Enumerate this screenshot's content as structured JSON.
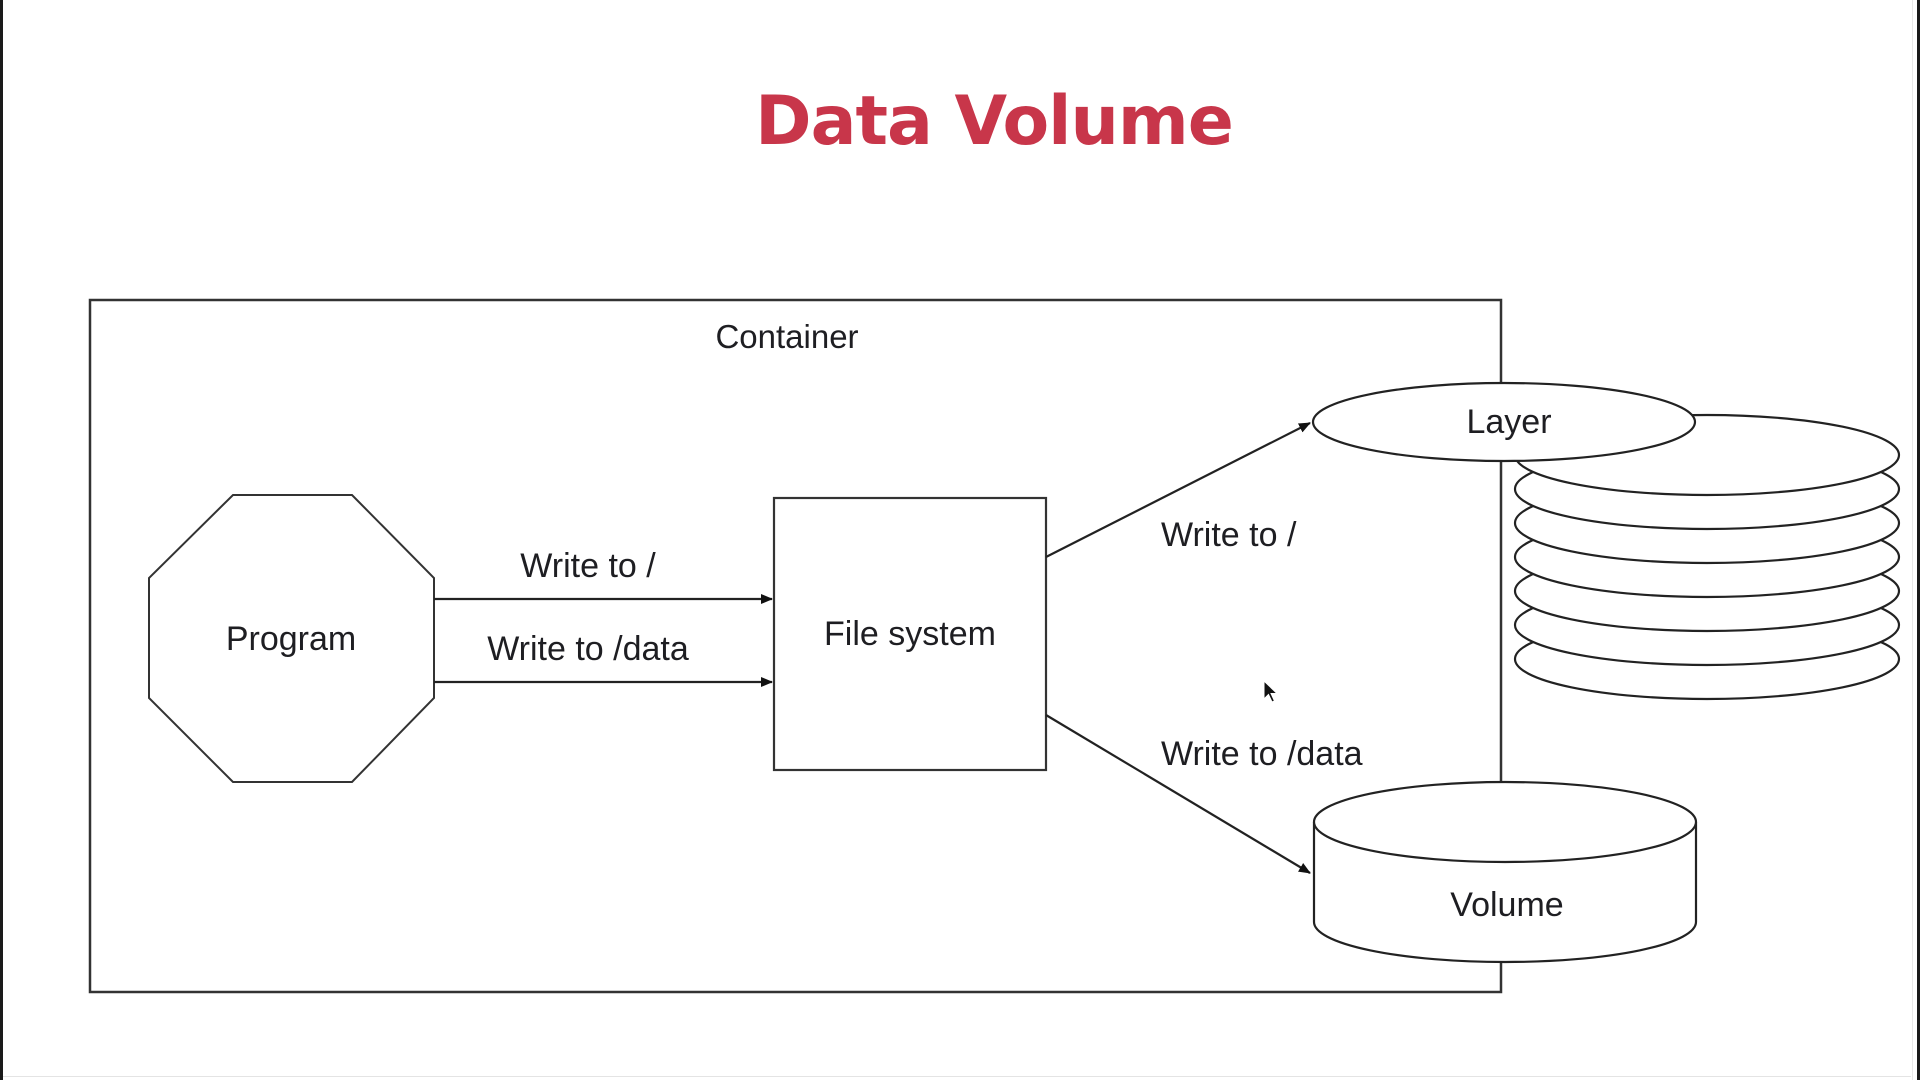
{
  "slide": {
    "title": "Data Volume",
    "title_color": "#C8364A"
  },
  "diagram": {
    "container_label": "Container",
    "nodes": {
      "program": {
        "label": "Program",
        "shape": "octagon"
      },
      "file_system": {
        "label": "File system",
        "shape": "rectangle"
      },
      "layer": {
        "label": "Layer",
        "shape": "ellipse-stack",
        "stack_count": 7
      },
      "volume": {
        "label": "Volume",
        "shape": "cylinder"
      }
    },
    "edges": [
      {
        "from": "Program",
        "to": "File system",
        "label": "Write to /"
      },
      {
        "from": "Program",
        "to": "File system",
        "label": "Write to /data"
      },
      {
        "from": "File system",
        "to": "Layer",
        "label": "Write to /"
      },
      {
        "from": "File system",
        "to": "Volume",
        "label": "Write to /data"
      }
    ],
    "line_color": "#222222"
  },
  "cursor": {
    "icon": "mouse-pointer-icon"
  }
}
